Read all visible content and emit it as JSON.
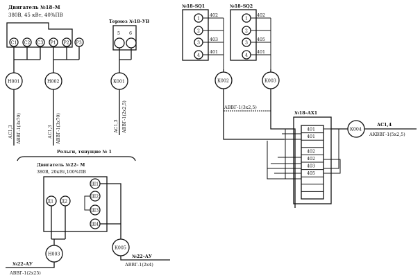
{
  "motor18": {
    "title": "Двигатель №18–М",
    "spec": "380В, 45 кВт, 40%ПВ",
    "terminals": [
      "С1",
      "С2",
      "С3",
      "Р1",
      "Р2",
      "Р3"
    ],
    "cables": [
      {
        "id": "Н001",
        "route": "АС1,3",
        "cable": "АВВГ-1(3x70)"
      },
      {
        "id": "Н002",
        "route": "АС1,3",
        "cable": "АВВГ-1(3x70)"
      }
    ]
  },
  "thermal": {
    "title": "Термоз №18–УВ",
    "terminals": [
      "5",
      "6"
    ],
    "cable": {
      "id": "К001",
      "route": "АС1,3",
      "cable": "АВВГ-1(2x2,5)"
    }
  },
  "sq1": {
    "title": "№18–SQ1",
    "terminals": [
      "1",
      "2",
      "3",
      "4"
    ],
    "wires": [
      "402",
      "",
      "403",
      "401"
    ]
  },
  "sq2": {
    "title": "№18–SQ2",
    "terminals": [
      "1",
      "2",
      "3",
      "4"
    ],
    "wires": [
      "402",
      "",
      "405",
      "401"
    ]
  },
  "sq_cables": {
    "left_id": "К002",
    "right_id": "К003",
    "cable": "АВВГ-1(3x2,5)"
  },
  "ax1": {
    "title": "№18–АХ1",
    "rows": [
      "401",
      "401",
      "",
      "402",
      "402",
      "403",
      "405",
      "",
      "",
      ""
    ]
  },
  "k004": {
    "id": "К004",
    "route": "АС1,4",
    "cable": "АКВВГ-1(5x2,5)"
  },
  "section2": {
    "title": "Рольги, тянущие № 1",
    "motor": {
      "title": "Двигатель №22– М",
      "spec": "380В, 20кВт,100%ПВ",
      "terminals_left": [
        "Д1",
        "Д2"
      ],
      "terminals_right": [
        "Ш1",
        "Ш2",
        "Ш3",
        "Ш4"
      ]
    },
    "h003": {
      "id": "Н003",
      "tag": "№22–АУ",
      "cable": "АВВГ-1(2x25)"
    },
    "k005": {
      "id": "К005",
      "tag": "№22–АУ",
      "cable": "АВВГ-1(2x4)"
    }
  }
}
